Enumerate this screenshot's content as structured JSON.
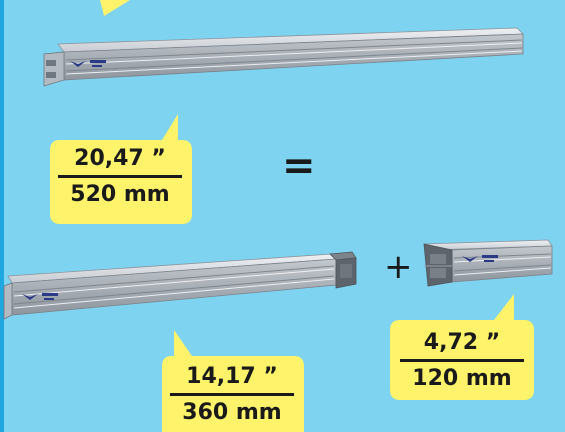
{
  "colors": {
    "background": "#7dd3f0",
    "callout": "#fff36b",
    "profile_light": "#d6dadf",
    "profile_mid": "#a9b0b8",
    "profile_dark": "#6f7780",
    "end_cap": "#5e646b"
  },
  "icons": {
    "profile": "aluminium-profile-icon",
    "end_cap": "end-connector-icon"
  },
  "callouts": {
    "total": {
      "inches": "20,47 ”",
      "mm": "520 mm"
    },
    "long_piece": {
      "inches": "14,17 ”",
      "mm": "360 mm"
    },
    "short_piece": {
      "inches": "4,72 ”",
      "mm": "120 mm"
    }
  },
  "operators": {
    "equals": "=",
    "plus": "+"
  }
}
